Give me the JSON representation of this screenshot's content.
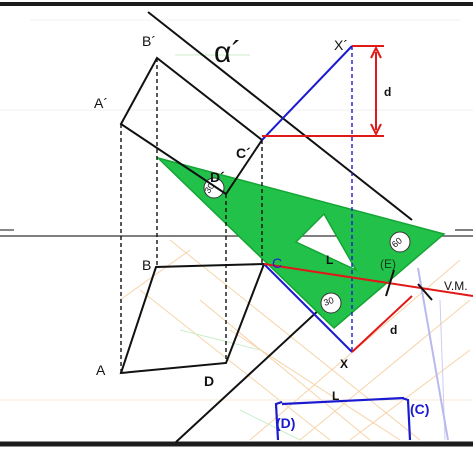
{
  "labels": {
    "alpha": "α´",
    "b_prime": "B´",
    "a_prime": "A´",
    "c_prime": "C´",
    "d_prime": "D´",
    "x_prime": "X´",
    "d_top": "d",
    "b": "B",
    "c": "C",
    "a": "A",
    "d_point": "D",
    "l_triangle": "L",
    "e": "(E)",
    "vm": "V.M.",
    "x": "X",
    "d_bottom": "d",
    "l_bottom": "L",
    "c_paren": "(C)",
    "d_paren": "(D)"
  },
  "angles": {
    "a30_top": "30",
    "a60": "60",
    "a30_bottom": "30"
  },
  "colors": {
    "set_square": "#22c24a",
    "blue": "#1a1ad0",
    "red": "#e01818",
    "black": "#111111",
    "grid_orange": "#f6cfa0",
    "grid_green": "#c6ecc6",
    "frame": "#1c1c1c"
  }
}
